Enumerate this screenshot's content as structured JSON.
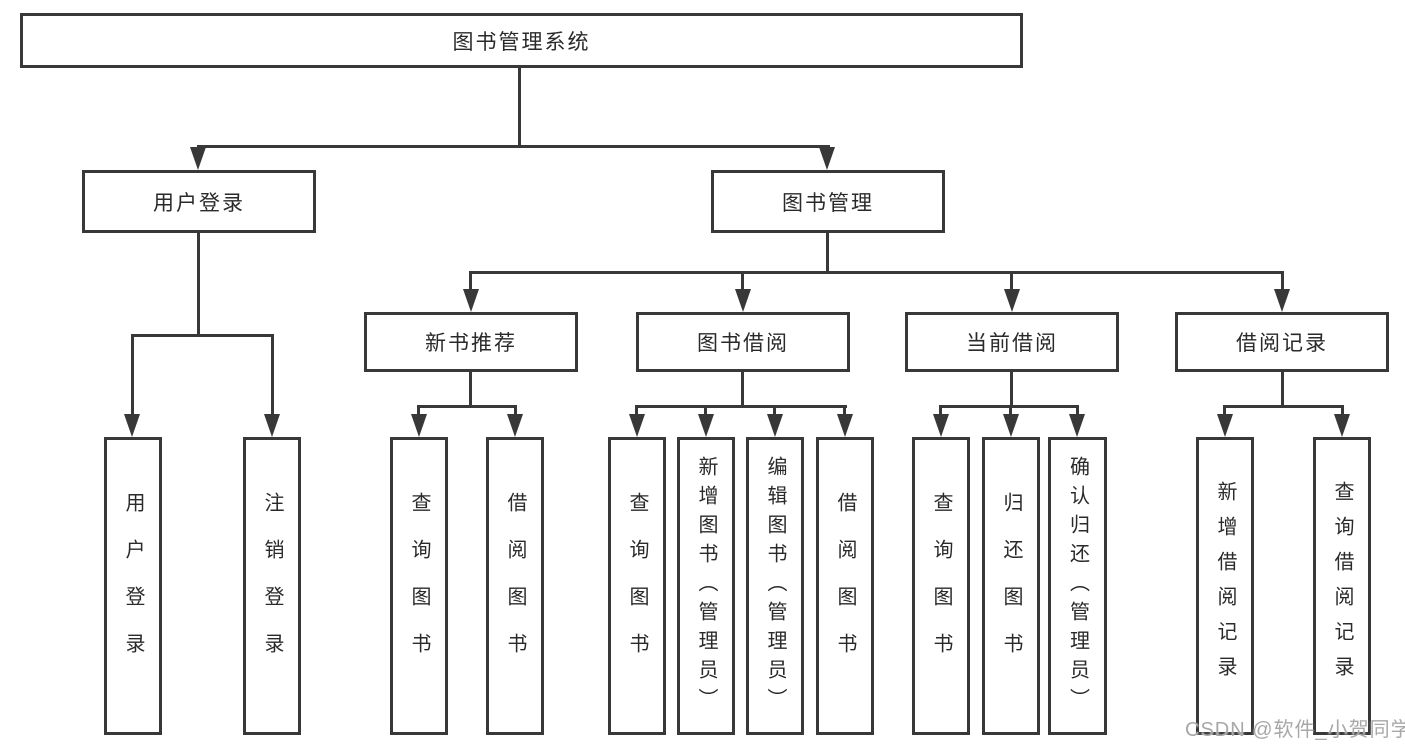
{
  "diagram": {
    "root": {
      "label": "图书管理系统"
    },
    "level2": [
      {
        "label": "用户登录"
      },
      {
        "label": "图书管理"
      }
    ],
    "level3": [
      {
        "label": "新书推荐"
      },
      {
        "label": "图书借阅"
      },
      {
        "label": "当前借阅"
      },
      {
        "label": "借阅记录"
      }
    ],
    "leaves": {
      "user_login": [
        "用户登录",
        "注销登录"
      ],
      "new_book": [
        "查询图书",
        "借阅图书"
      ],
      "book_borrow": [
        "查询图书",
        "新增图书（管理员）",
        "编辑图书（管理员）",
        "借阅图书"
      ],
      "current_borrow": [
        "查询图书",
        "归还图书",
        "确认归还（管理员）"
      ],
      "borrow_record": [
        "新增借阅记录",
        "查询借阅记录"
      ]
    }
  },
  "watermark": {
    "text": "CSDN @软件_小贺同学"
  },
  "colors": {
    "line": "#383838",
    "border": "#383838",
    "text": "#2a2a2a",
    "watermark": "#a8a8a8",
    "background": "#ffffff"
  }
}
